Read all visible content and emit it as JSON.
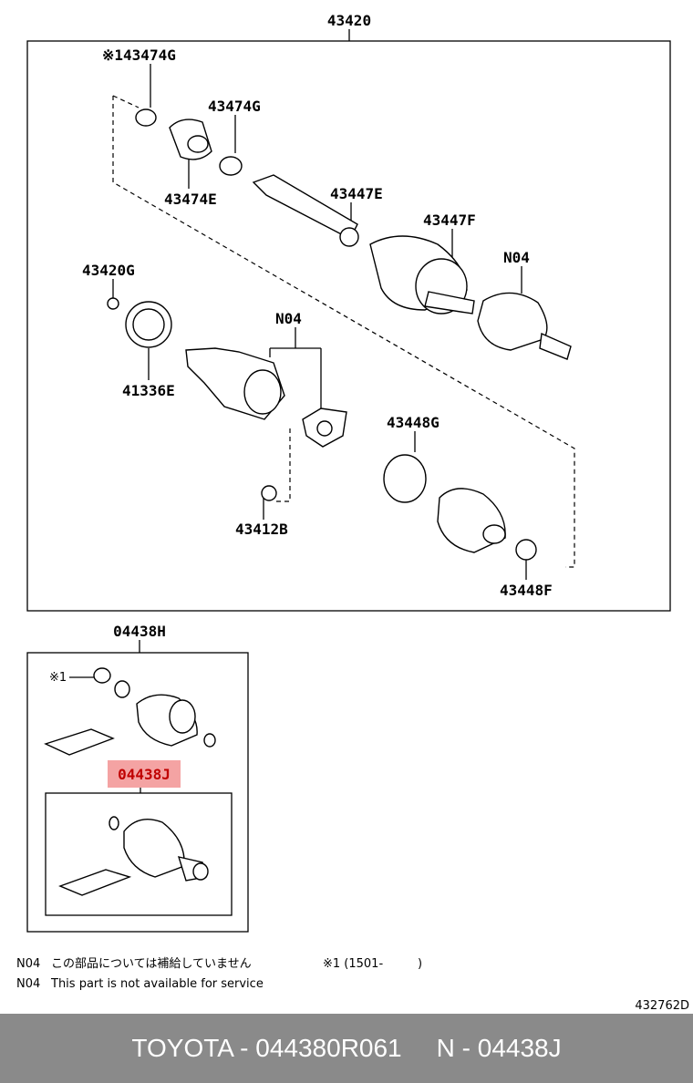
{
  "assembly_label": "43420",
  "parts": {
    "p1": "※143474G",
    "p2": "43474G",
    "p3": "43474E",
    "p4": "43447E",
    "p5": "43447F",
    "p6": "N04",
    "p7": "43420G",
    "p8": "41336E",
    "p9": "N04",
    "p10": "43448G",
    "p11": "43412B",
    "p12": "43448F"
  },
  "kit_label": "04438H",
  "kit_mark": "※1",
  "highlight_label": "04438J",
  "notes": {
    "jp_code": "N04",
    "jp_text": "この部品については補給していません",
    "jp_mark": "※1 (1501-",
    "jp_mark_close": ")",
    "en_code": "N04",
    "en_text": "This part is not available for service"
  },
  "diagram_id": "432762D",
  "footer": {
    "brand": "TOYOTA - 044380R061",
    "part": "N - 04438J"
  },
  "colors": {
    "highlight_fill": "#f4a3a3",
    "highlight_text": "#c00000",
    "footer_bg": "#8a8a8a"
  }
}
